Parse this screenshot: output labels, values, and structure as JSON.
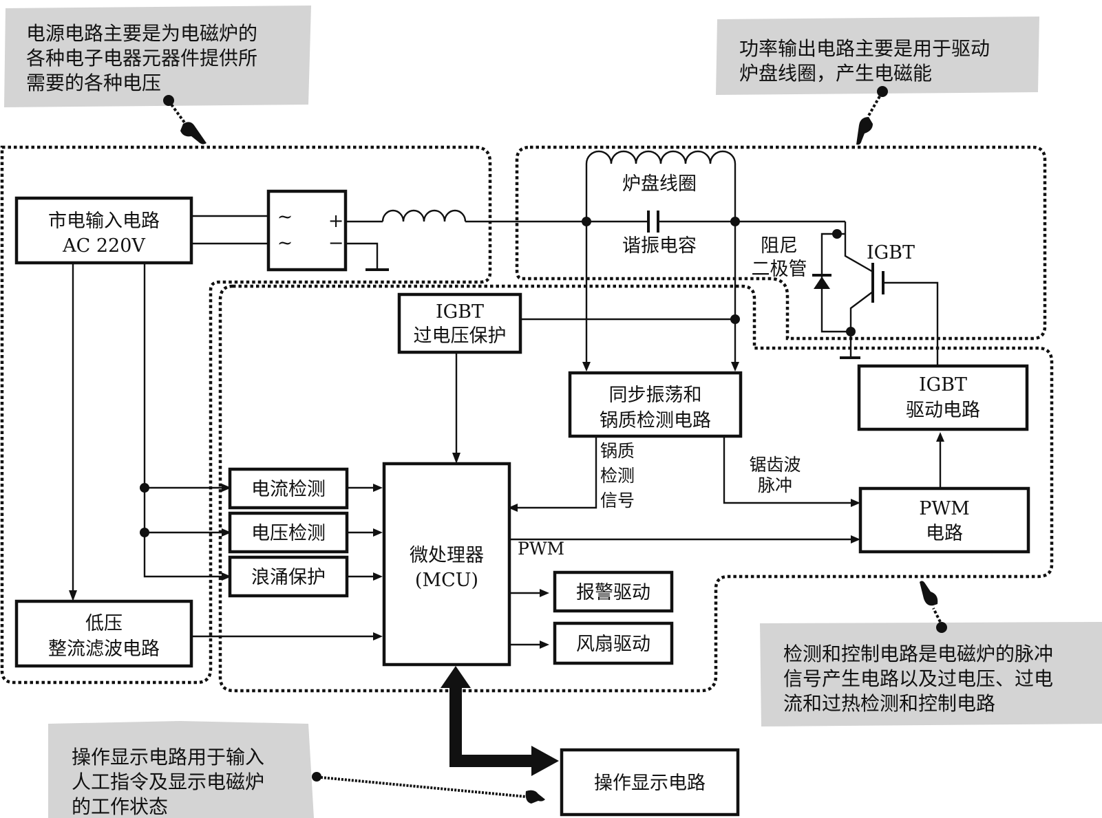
{
  "title": "电磁炉电路结构框图",
  "callouts": {
    "power_supply": {
      "lines": [
        "电源电路主要是为电磁炉的",
        "各种电子电器元器件提供所",
        "需要的各种电压"
      ]
    },
    "power_output": {
      "lines": [
        "功率输出电路主要是用于驱动",
        "炉盘线圈，产生电磁能"
      ]
    },
    "detect_control": {
      "lines": [
        "检测和控制电路是电磁炉的脉冲",
        "信号产生电路以及过电压、过电",
        "流和过热检测和控制电路"
      ]
    },
    "operation_display": {
      "lines": [
        "操作显示电路用于输入",
        "人工指令及显示电磁炉",
        "的工作状态"
      ]
    }
  },
  "blocks": {
    "mains_input": {
      "line1": "市电输入电路",
      "line2": "AC 220V"
    },
    "rectifier": {
      "ac1": "~",
      "ac2": "~",
      "plus": "+",
      "minus": "−"
    },
    "low_voltage": {
      "line1": "低压",
      "line2": "整流滤波电路"
    },
    "igbt_overvoltage": {
      "line1": "IGBT",
      "line2": "过电压保护"
    },
    "sync_oscillation": {
      "line1": "同步振荡和",
      "line2": "锅质检测电路"
    },
    "igbt_driver": {
      "line1": "IGBT",
      "line2": "驱动电路"
    },
    "pwm_circuit": {
      "line1": "PWM",
      "line2": "电路"
    },
    "current_detect": {
      "label": "电流检测"
    },
    "voltage_detect": {
      "label": "电压检测"
    },
    "surge_protect": {
      "label": "浪涌保护"
    },
    "mcu": {
      "line1": "微处理器",
      "line2": "(MCU)"
    },
    "alarm_driver": {
      "label": "报警驱动"
    },
    "fan_driver": {
      "label": "风扇驱动"
    },
    "operation_display": {
      "label": "操作显示电路"
    }
  },
  "components": {
    "coil": "炉盘线圈",
    "capacitor": "谐振电容",
    "damper_diode": {
      "line1": "阻尼",
      "line2": "二极管"
    },
    "igbt": "IGBT"
  },
  "signals": {
    "pot_detect": [
      "锅质",
      "检测",
      "信号"
    ],
    "sawtooth": [
      "锯齿波",
      "脉冲"
    ],
    "pwm": "PWM"
  },
  "colors": {
    "callout_bg": "#d4d4d4",
    "line": "#111111",
    "background": "#ffffff"
  }
}
